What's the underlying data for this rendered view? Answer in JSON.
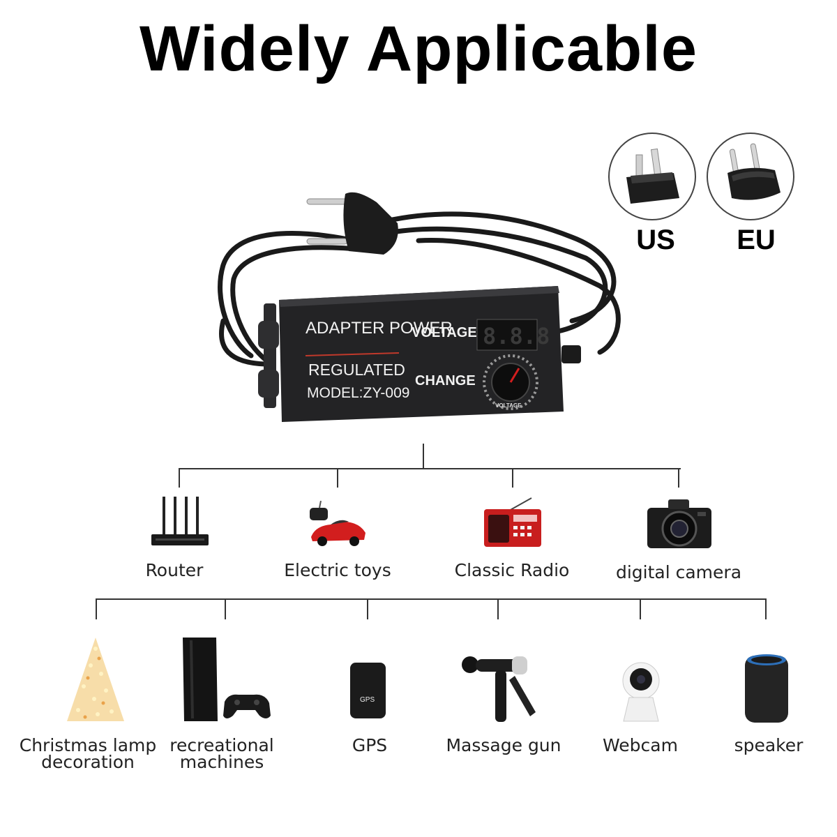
{
  "title": "Widely Applicable",
  "plugs": [
    {
      "label": "US",
      "icon": "us-plug-icon"
    },
    {
      "label": "EU",
      "icon": "eu-plug-icon"
    }
  ],
  "adapter": {
    "line1": "ADAPTER POWER",
    "line2": "REGULATED",
    "line3": "MODEL:ZY-009",
    "voltage_label": "VOLTAGE",
    "change_label": "CHANGE",
    "display": "8.8.8",
    "knob_label": "VOLTAGE"
  },
  "row1": [
    {
      "label": "Router",
      "icon": "router-icon"
    },
    {
      "label": "Electric toys",
      "icon": "toy-car-icon"
    },
    {
      "label": "Classic Radio",
      "icon": "radio-icon"
    },
    {
      "label": "digital camera",
      "icon": "camera-icon"
    }
  ],
  "row2": [
    {
      "label": "Christmas lamp decoration",
      "icon": "christmas-tree-icon"
    },
    {
      "label": "recreational machines",
      "icon": "game-console-icon"
    },
    {
      "label": "GPS",
      "icon": "gps-tracker-icon"
    },
    {
      "label": "Massage gun",
      "icon": "massage-gun-icon"
    },
    {
      "label": "Webcam",
      "icon": "webcam-icon"
    },
    {
      "label": "speaker",
      "icon": "speaker-icon"
    }
  ],
  "gps_device_text": "GPS",
  "colors": {
    "accent_red": "#d21e1e",
    "device_dark": "#2a2a2c"
  }
}
